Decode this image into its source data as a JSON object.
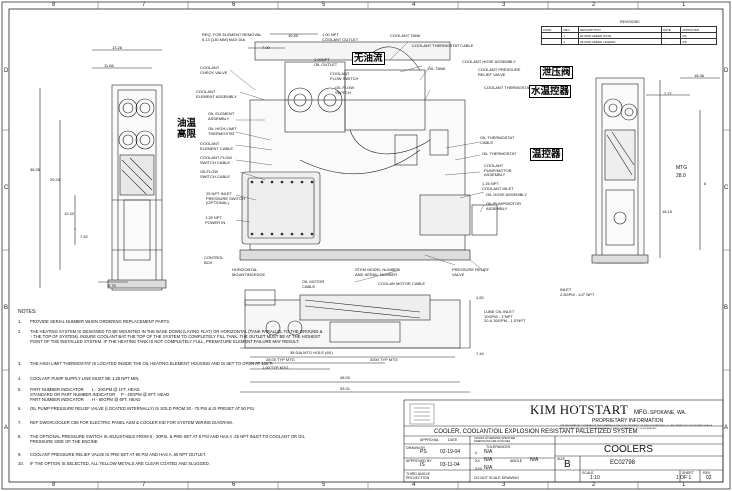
{
  "zones": {
    "top": [
      "8",
      "7",
      "6",
      "5",
      "4",
      "3",
      "2",
      "1"
    ],
    "bottom": [
      "8",
      "7",
      "6",
      "5",
      "4",
      "3",
      "2",
      "1"
    ],
    "left": [
      "D",
      "C",
      "B",
      "A"
    ],
    "right": [
      "D",
      "C",
      "B",
      "A"
    ]
  },
  "revisions": {
    "title": "REVISIONS",
    "headers": [
      "ZONE",
      "REV",
      "DESCRIPTION",
      "DATE",
      "APPROVED"
    ],
    "rows": [
      {
        "rev": "1",
        "desc": "04-0504 ADDED NOTE",
        "date": "...",
        "approved": "RS"
      },
      {
        "rev": "2",
        "desc": "09-0536 ADDED LEGEND",
        "date": "...",
        "approved": "RS"
      }
    ]
  },
  "side_left_dims": {
    "d1": "13.26",
    "d2": "11.86",
    "d3": "38.35",
    "d4": "29.24",
    "d5": "12.42",
    "d6": "7.62",
    "d7": "6.75"
  },
  "side_right_dims": {
    "d1": "18.36",
    "d2": "7.77",
    "mtg": "MTG",
    "mtg_val": "28.0",
    "d3": "18.15",
    "d4": "6"
  },
  "labels": {
    "element_removal": "REQ. FOR ELEMENT REMOVAL",
    "element_removal2": "5.13 [130 MM] MAX DIA",
    "dim_1040": "10.40",
    "dim_700": "7.00",
    "coolant_outlet": "1.00 NPT\nCOOLANT OUTLET",
    "oil_outlet": "1.00NPT\nOIL OUTLET",
    "coolant_tank": "COOLANT TANK",
    "coolant_thermostat_cable": "COOLANT THERMOSTAT CABLE",
    "coolant_check_valve": "COOLANT\nCHECK VALVE",
    "coolant_flow_switch": "COOLANT\nFLOW SWITCH",
    "oil_flow_switch": "OIL FLOW\nSWITCH",
    "oil_tank": "OIL TANK",
    "coolant_hose_assembly": "COOLANT HOSE ASSEMBLY",
    "coolant_pressure_relief": "COOLANT PRESSURE\nRELIEF VALVE",
    "coolant_thermostat": "COOLANT THERMOSTAT",
    "coolant_element_assembly": "COOLANT\nELEMENT ASSEMBLY",
    "oil_element_assembly": "OIL ELEMENT\nASSEMBLY",
    "oil_high_limit": "OIL HIGH LIMIT\nTHERMOSTAT",
    "coolant_element_cable": "COOLANT\nELEMENT CABLE",
    "oil_thermostat_cable": "OIL THERMOSTAT\nCABLE",
    "oil_thermostat": "OIL THERMOSTAT",
    "coolant_flow_switch_cable": "COOLANT FLOW\nSWITCH CABLE",
    "oil_flow_switch_cable": "OILFLOW\nSWITCH CABLE",
    "coolant_pump_motor": "COOLANT\nPUMP/MOTOR\nASSEMBLY",
    "coolant_inlet": "1.25 NPT\nCOOLANT INLET",
    "pressure_switch": "25 NPT INLET\nPRESSURE SWITCH\n(OPTIONAL)",
    "power_in": "1.25 NPT\nPOWER IN",
    "oil_hose_assembly": "OIL HOSE ASSEMBLY",
    "oil_pump_motor": "OIL/PUMP/MOTOR\nASSEMBLY",
    "control_box": "CONTROL\nBOX",
    "horizontal_mounting": "HORIZONTAL\nMOUNTINGEDGE",
    "stem_model": "STEM MODEL NUMBER\nAND SERIAL NUMBER",
    "pressure_relief_valve": "PRESSURE RELIEF\nVALVE",
    "oil_motor_cable": "OIL MOTOR\nCABLE",
    "coolant_motor_cable": "COOLAN MOTOR CABLE",
    "inlet_right": "INLET\n2.8GPM - 1/2\" NPT",
    "lube_oil_inlet": "LUBE OIL INLET\n10GPM - 1\"NPT\n20 & 30GPM - 1.5\"NPT",
    "dim_182": "1.82",
    "dim_744": "7.44",
    "mtg_hole": "38 DIA MTG HOLE (6X)",
    "mtg_2800": "28.00 TYP MTG",
    "mtg_2000": "2000 TYP MTG",
    "mtg_100": "1.00 TYP MTG",
    "dim_4800": "48.00",
    "dim_5331": "53.31"
  },
  "chinese": {
    "no_oil_flow": "无油流",
    "relief_valve": "泄压阀",
    "water_temp": "水温控器",
    "oil_temp_high": "油温\n高限",
    "oil_temp": "温控器"
  },
  "notes": {
    "title": "NOTES:",
    "items": [
      {
        "n": "1.",
        "t": "PROVIDE SERIAL NUMBER WHEN ORDERING REPLACEMENT PARTS."
      },
      {
        "n": "2.",
        "t": "THE HEATING SYSTEM IS DESIGNED TO BE MOUNTED IN THE BASE DOWN (LAYING FLAT) OR HORIZONTAL (TANK PARALLEL TO THE GROUND & ↑ THE TOP OF SYSTEM). INSURE COOLANT BAT THE TOP OF THE SYSTEM TO COMPLETELY FILL TANK. THE OUTLET MUST BE AT THE HIGHEST POINT OF THE INSTALLED SYSTEM. IF THE HEATING TANK IS NOT COMPLETELY FULL, PREMATURE ELEMENT FAILURE MAY RESULT."
      },
      {
        "n": "3.",
        "t": "THE HIGH LIMIT THERMOSTAT IS LOCATED INSIDE THE OIL HEATING ELEMENT HOUSING AND IS SET TO OPEN AT 160°F."
      },
      {
        "n": "4.",
        "t": "COOLANT PUMP SUPPLY LINE MUST BE 1.25 NPT MIN."
      },
      {
        "n": "5.",
        "t": "PART NUMBER INDICATOR       L - 20GPM @ 1FT. HEAD\nSTANDARD OR PART NUMBER INDICATOR     P - 40GPM @ 6FT. HEAD\nPART NUMBER INDICATOR       H - 60GPM @ 6FT. HEAD"
      },
      {
        "n": "6.",
        "t": "OIL PUMP PRESSURE RELIEF VALVE (LOCATED INTERNALLY) IS SOLD FROM 30 - 75 PSI & IS PRESET AT 50 PSI."
      },
      {
        "n": "7.",
        "t": "REF DWG#COOLER C85 FOR ELECTRIC PANEL ASM & COOLER KID FOR SYSTEM WIRING DIAGRAM."
      },
      {
        "n": "8.",
        "t": "THE OPTIONAL PRESSURE SWITCH IS ADJUSTABLE FROM 5 - 30PSI, & PRE-SET AT 8 PSI AND HAS A .25 NPT INLET TO COOLANT OR OIL PRESSURE SIDE OF THE ENGINE"
      },
      {
        "n": "9.",
        "t": "COOLANT PRESSURE RELIEF VALVE IS PRE-SET AT 90 PSI AND HAS A .50 NPT OUTLET."
      },
      {
        "n": "10.",
        "t": "IF THE OPTION IS SELECTED, ALL YELLOW METALS ARE CLEAR COATED AND SLUGGED."
      }
    ]
  },
  "title_block": {
    "company": "KIM HOTSTART",
    "company_small": "MFG.",
    "city": "SPOKANE, WA.",
    "proprietary": "PROPRIETARY INFORMATION",
    "proprietary_text": "THE INFORMATION CONTAINED IN THIS DRAWING IS THE SOLE PROPERTY OF KIM HOTSTART MFG. CO. ANY REPRODUCTION IN PART OR AS A WHOLE WITHOUT THE WRITTEN PERMISSION OF KIM HOTSTART MFG. CO. IS PROHIBITED.",
    "system_title": "COOLER, COOLANT/OIL EXPLOSION RESISTANT PALLETIZED SYSTEM",
    "approval": "APPROVAL",
    "date_h": "DATE",
    "drawn_by": "DRAWN BY",
    "drawn_init": "PS",
    "drawn_date": "02-19-04",
    "approved_by": "APPROVED BY",
    "approved_init": "IS",
    "approved_date": "03-11-04",
    "tolerances": "UNLESS OTHERWISE SPECIFIED\nDIMENSIONS ARE IN INCHES",
    "tol_h": "TOLERANCES",
    "x": ".X",
    "xx": ".XX",
    "xxx": ".XXX",
    "na": "N/A",
    "angle": "ANGLE",
    "third_angle": "THIRD ANGLE\nPROJECTION",
    "part_name": "COOLERS",
    "size_h": "SIZE",
    "size": "B",
    "dwg_no": "EC02798",
    "scale_h": "SCALE",
    "scale": "1:10",
    "sheet_h": "SHEET",
    "sheet": "1 OF 1",
    "rev_h": "REV",
    "rev": "02",
    "dnsd": "DO NOT SCALE DRAWING"
  }
}
